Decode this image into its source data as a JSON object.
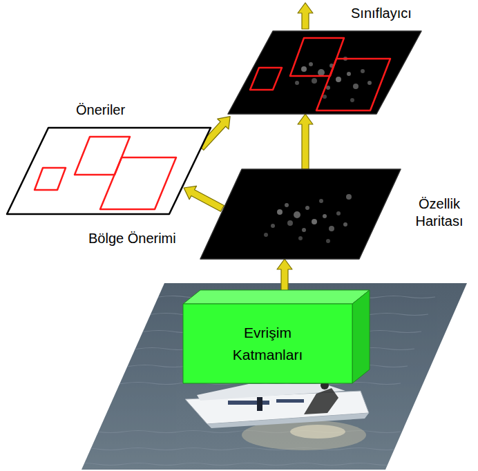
{
  "diagram": {
    "nodes": [
      {
        "text": [
          "Sınıflayıcı"
        ]
      },
      {
        "text": [
          "Öneriler"
        ]
      },
      {
        "text": [
          "Özellik Haritası"
        ]
      },
      {
        "text": [
          "Evrişim Katmanları"
        ]
      }
    ],
    "edges": [
      {
        "from": 3,
        "to": 2,
        "arrow": "to"
      },
      {
        "from": 2,
        "to": 0,
        "arrow": "to"
      },
      {
        "from": 2,
        "to": 1,
        "arrow": "to",
        "label": "Bölge Önerimi"
      },
      {
        "from": 1,
        "to": 0,
        "arrow": "to"
      }
    ]
  }
}
